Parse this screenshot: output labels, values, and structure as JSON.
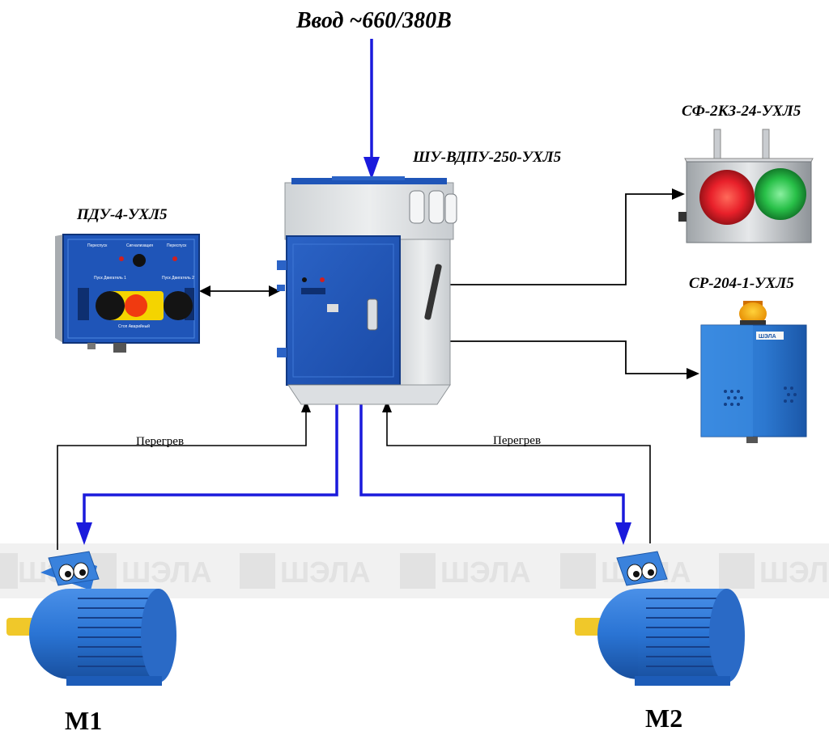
{
  "labels": {
    "input": "Ввод ~660/380В",
    "main_cabinet": "ШУ-ВДПУ-250-УХЛ5",
    "control_panel": "ПДУ-4-УХЛ5",
    "signal_light": "СФ-2КЗ-24-УХЛ5",
    "siren": "СР-204-1-УХЛ5",
    "motor1": "М1",
    "motor2": "М2",
    "overheat_left": "Перегрев",
    "overheat_right": "Перегрев"
  },
  "watermark": {
    "text": "ШЭЛА"
  },
  "device_texts": {
    "pdu_row1": [
      "Переспуск",
      "Сигнализация",
      "Переспуск"
    ],
    "pdu_row2": [
      "Пуск Двигатель 1",
      "Пуск Двигатель 2"
    ],
    "pdu_row3": "Стоп Аварийный",
    "siren_brand": "ШЭЛА"
  },
  "colors": {
    "power_line": "#1a1adc",
    "signal_line": "#000000",
    "device_blue": "#1f55b8",
    "cabinet_gray": "#e2e4e6",
    "motor_blue": "#2a74d4",
    "lamp_red": "#e8202a",
    "lamp_green": "#28c048",
    "beacon_amber": "#f5a000",
    "stop_button": "#f03a10",
    "yellow_plate": "#f4d400"
  },
  "icons": [
    "arrow-down-icon",
    "arrow-right-icon",
    "double-arrow-icon",
    "shield-logo-icon"
  ]
}
